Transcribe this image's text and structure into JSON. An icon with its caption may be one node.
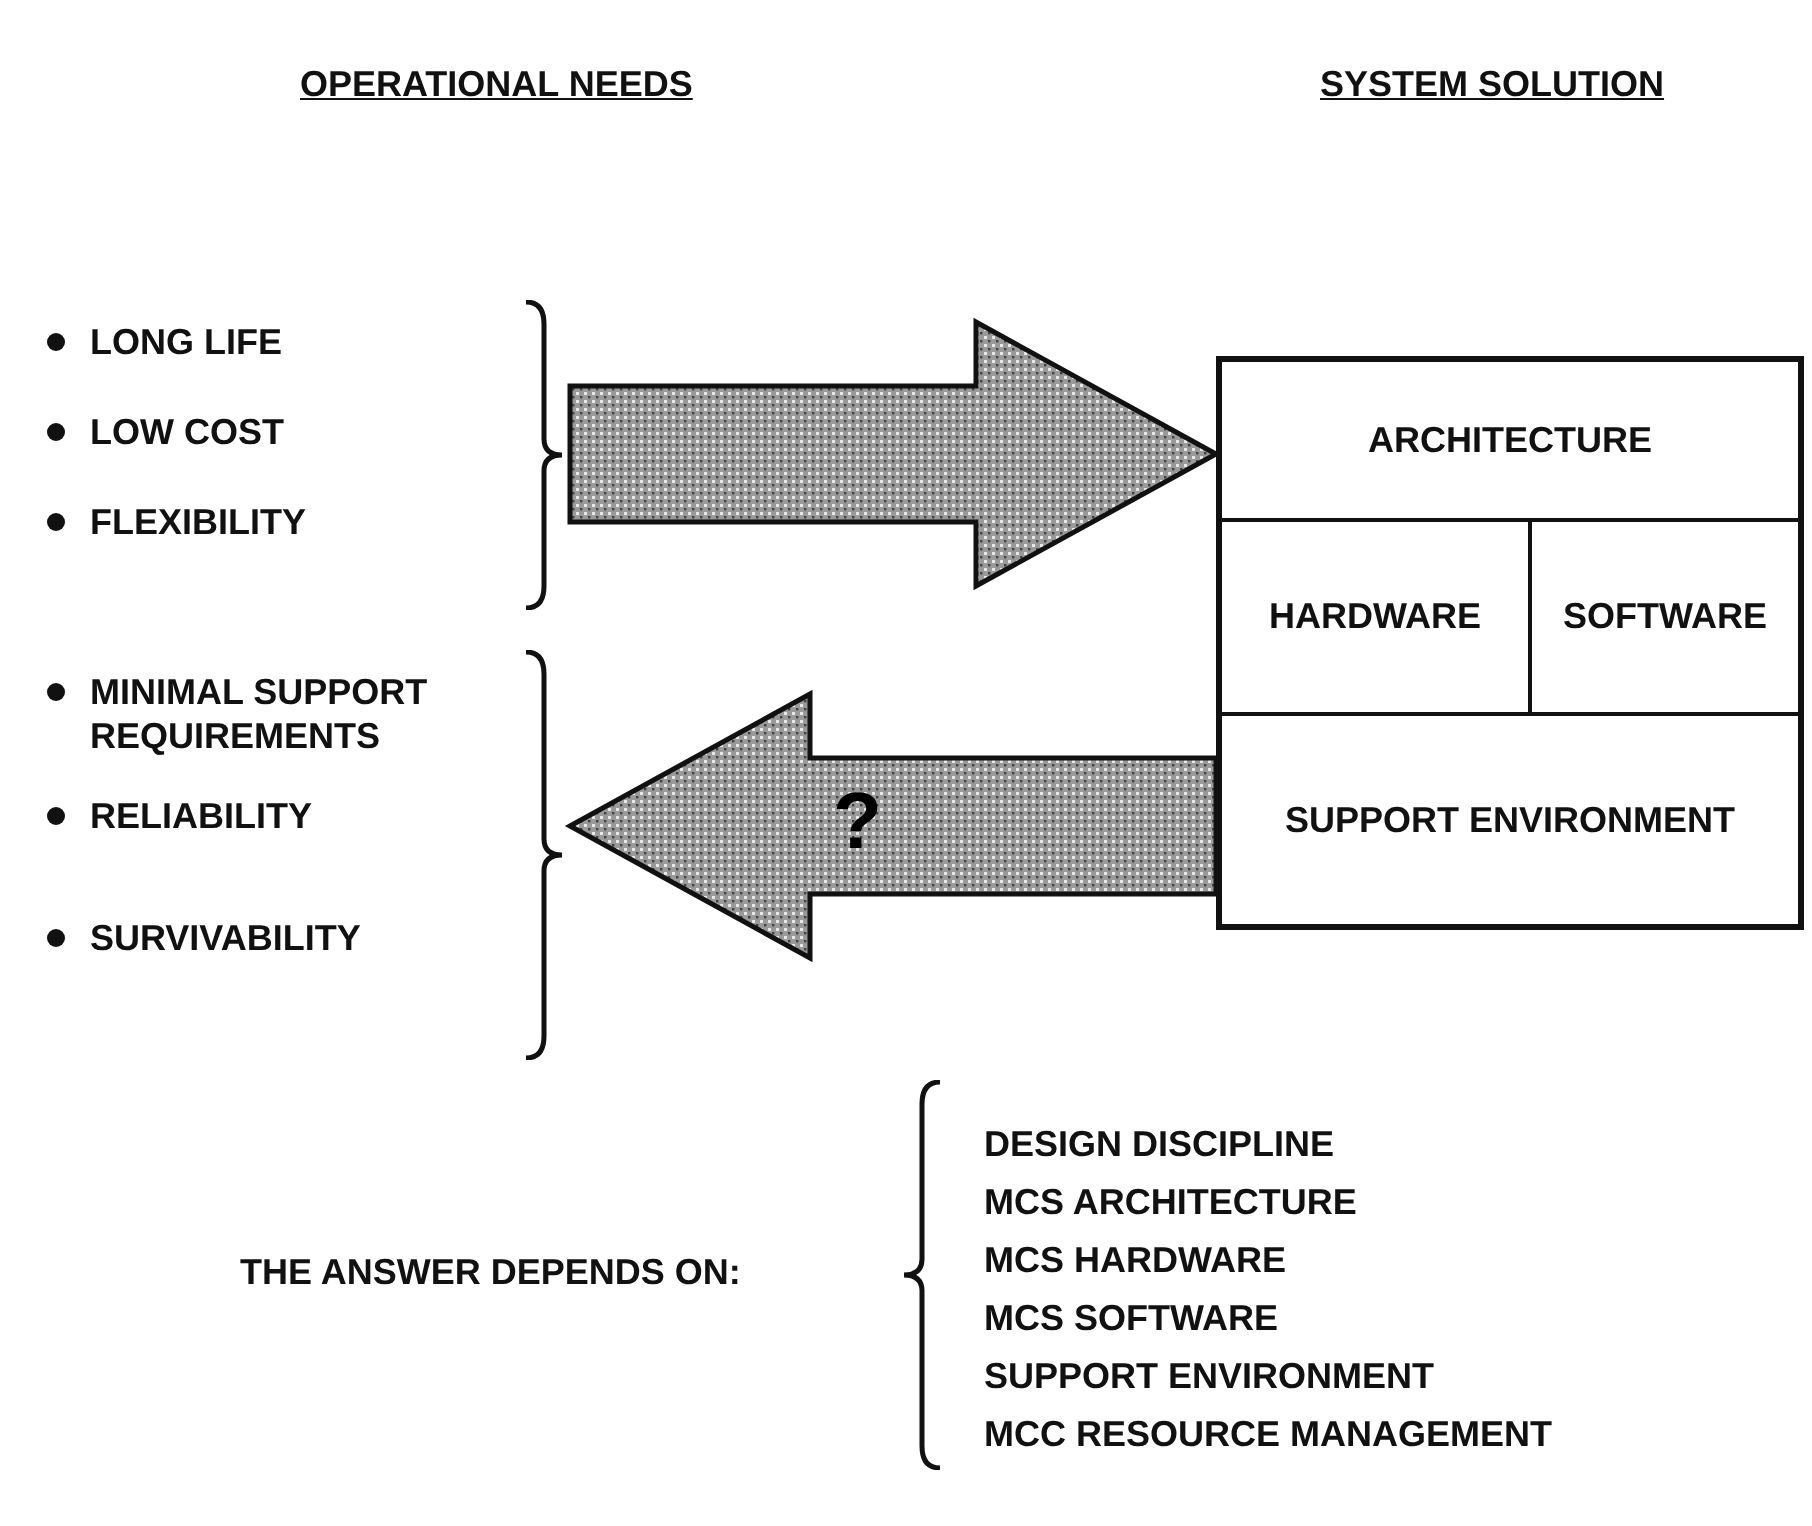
{
  "diagram": {
    "nodes": [
      {
        "text": [
          "LONG LIFE",
          "LOW COST",
          "FLEXIBILITY"
        ]
      },
      {
        "text": [
          "MINIMAL SUPPORT REQUIREMENTS",
          "RELIABILITY",
          "SURVIVABILITY"
        ]
      },
      {
        "text": [],
        "shape": "box"
      },
      {
        "text": [
          "ARCHITECTURE"
        ],
        "in": 2
      },
      {
        "text": [
          "HARDWARE"
        ],
        "in": 2
      },
      {
        "text": [
          "SOFTWARE"
        ],
        "in": 2
      },
      {
        "text": [
          "SUPPORT ENVIRONMENT"
        ],
        "in": 2
      }
    ],
    "edges": [
      {
        "from": 0,
        "to": 2,
        "arrow": "to"
      },
      {
        "from": 2,
        "to": 1,
        "arrow": "to",
        "label": "?"
      }
    ],
    "labels": [
      "OPERATIONAL NEEDS",
      "SYSTEM SOLUTION",
      "THE ANSWER DEPENDS ON:",
      "DESIGN DISCIPLINE",
      "MCS ARCHITECTURE",
      "MCS HARDWARE",
      "MCS SOFTWARE",
      "SUPPORT ENVIRONMENT",
      "MCC RESOURCE MANAGEMENT"
    ]
  }
}
